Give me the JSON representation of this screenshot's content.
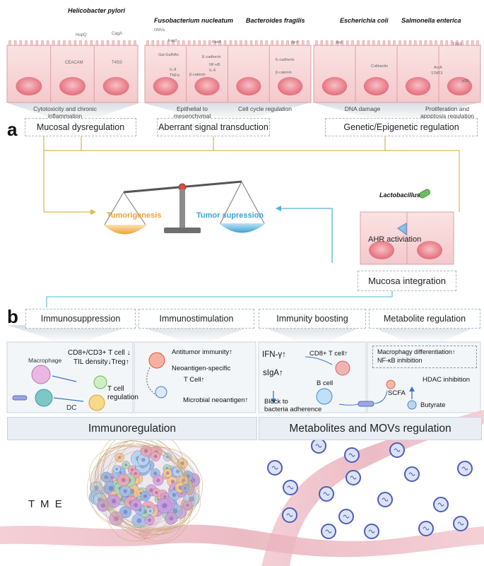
{
  "panel_a": {
    "letter": "a",
    "bacteria": {
      "hp": "Helicobacter pylori",
      "fn": "Fusobacterium nucleatum",
      "bf": "Bacteroides fragilis",
      "ec": "Escherichia coli",
      "se": "Salmonella enterica"
    },
    "molecules": {
      "hopq": "HopQ",
      "ceacam": "CEACAM",
      "caga": "CagA",
      "t4ss": "T4SS",
      "omvs": "OMVs",
      "fap2": "Fap2",
      "fada": "FadA",
      "gal": "Gal-GalNAc",
      "ecad1": "E-cadherin",
      "nfkb": "NF-κB",
      "il8a": "IL-8",
      "il6": "IL-6",
      "tnfa": "TNFα",
      "bcat1": "β-catenin",
      "bft": "BFT",
      "ecad2": "E-cadherin",
      "bcat2": "β-catenin",
      "ahr": "AhF",
      "colib": "Colibactin",
      "t3ss": "T3SS",
      "avra": "AvrA",
      "stat3": "STAT3",
      "p38": "p38"
    },
    "mechanisms": {
      "m1": "Cytotoxicity and chronic inflammation",
      "m2": "Epithelial to mesenchymal transition",
      "m3": "Cell cycle regulation",
      "m4": "DNA damage",
      "m5": "Proliferation and apoptosis regulation"
    },
    "categories": {
      "c1": "Mucosal dysregulation",
      "c2": "Aberrant signal transduction",
      "c3": "Genetic/Epigenetic regulation"
    },
    "balance": {
      "left": "Tumorigenesis",
      "right": "Tumor supression"
    },
    "lacto": {
      "name": "Lactobacillus",
      "activation": "AHR activiation",
      "box": "Mucosa integration"
    }
  },
  "panel_b": {
    "letter": "b",
    "headers": {
      "h1": "Immunosuppression",
      "h2": "Immunostimulation",
      "h3": "Immunity boosting",
      "h4": "Metabolite regulation"
    },
    "supp": {
      "macrophage": "Macrophage",
      "dc": "DC",
      "tcell": "CD8+/CD3+ T cell ↓",
      "til": "TIL density↓Treg↑",
      "treg1": "T cell",
      "treg2": "regulation"
    },
    "stim": {
      "l1": "Antitumor immunity↑",
      "l2": "Neoantigen-specific",
      "l3": "T Cell↑",
      "l4": "Microbial neoantigen↑"
    },
    "boost": {
      "ifn": "IFN-γ↑",
      "cd8": "CD8+ T cell↑",
      "siga": "sIgA↑",
      "bcell": "B cell",
      "block1": "Block to",
      "block2": "bacteria adherence"
    },
    "metab": {
      "box1": "Macrophagy differentiation↑",
      "box2": "NF-κB inhibition",
      "scfa": "SCFA",
      "hdac": "HDAC inhibition",
      "butyrate": "Butyrate"
    },
    "panels": {
      "left": "Immunoregulation",
      "right": "Metabolites and MOVs regulation"
    }
  },
  "tme": "T M E",
  "colors": {
    "tumorigenesis": "#e8a33a",
    "suppression": "#3aa3d4",
    "panel_bg": "#e8eef4",
    "vessel": "#e3a3b0"
  }
}
